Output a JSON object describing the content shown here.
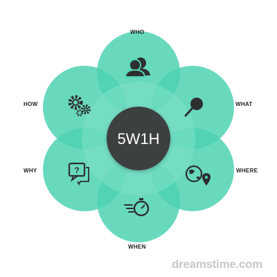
{
  "center": {
    "label": "5W1H"
  },
  "petals": [
    {
      "label": "WHO",
      "icon": "people-icon"
    },
    {
      "label": "WHAT",
      "icon": "magnifier-icon"
    },
    {
      "label": "WHERE",
      "icon": "globe-pin-icon"
    },
    {
      "label": "WHEN",
      "icon": "stopwatch-icon"
    },
    {
      "label": "WHY",
      "icon": "question-bubble-icon"
    },
    {
      "label": "HOW",
      "icon": "gears-icon"
    }
  ],
  "watermark": "dreamstime.com",
  "colors": {
    "petal": "#4fd2b3",
    "petal_overlap": "#43bfa0",
    "ring": "#7ee0c8",
    "center": "#3c3f41",
    "center_text": "#ffffff",
    "icon": "#2d2f30"
  }
}
